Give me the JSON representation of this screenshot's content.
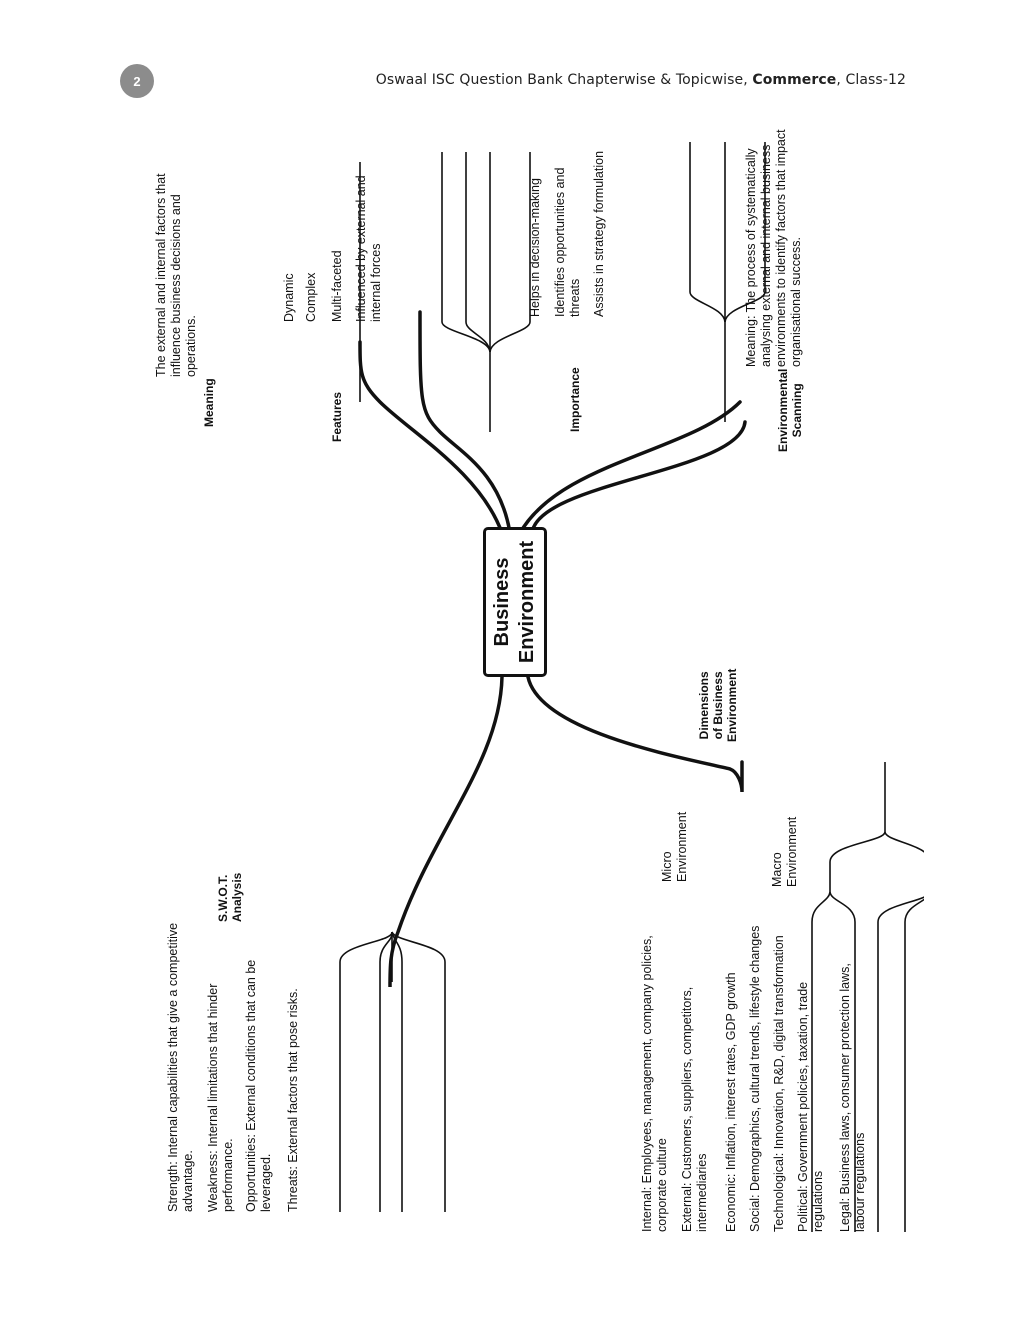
{
  "header": {
    "page_number": "2",
    "title_prefix": "Oswaal ISC Question Bank Chapterwise & Topicwise,",
    "title_bold": "Commerce",
    "title_suffix": ", Class-12"
  },
  "center": {
    "line1": "Business",
    "line2": "Environment"
  },
  "meaning": {
    "label": "Meaning",
    "text": "The external and internal factors that influence business decisions and operations."
  },
  "features": {
    "label": "Features",
    "items": [
      "Dynamic",
      "Complex",
      "Multi-faceted",
      "Influenced by external and internal forces"
    ]
  },
  "importance": {
    "label": "Importance",
    "items": [
      "Helps in decision-making",
      "Identifies opportunities and threats",
      "Assists in strategy formulation"
    ]
  },
  "scanning": {
    "label_line1": "Environmental",
    "label_line2": "Scanning",
    "text": "Meaning: The process of systematically analysing external and internal business environments to identify factors that impact organisational success."
  },
  "swot": {
    "label_line1": "S.W.O.T.",
    "label_line2": "Analysis",
    "items": [
      "Strength: Internal capabilities that give a competitive advantage.",
      "Weakness: Internal limitations that hinder performance.",
      "Opportunities: External conditions that can be leveraged.",
      "Threats: External factors that pose risks."
    ]
  },
  "dimensions": {
    "label_line1": "Dimensions",
    "label_line2": "of Business",
    "label_line3": "Environment",
    "micro": {
      "label_line1": "Micro",
      "label_line2": "Environment",
      "items": [
        "Internal: Employees, management, company policies, corporate culture",
        "External: Customers, suppliers, competitors, intermediaries"
      ]
    },
    "macro": {
      "label_line1": "Macro",
      "label_line2": "Environment",
      "items": [
        "Economic: Inflation, interest rates, GDP growth",
        "Social: Demographics, cultural trends, lifestyle changes",
        "Technological: Innovation, R&D, digital transformation",
        "Political: Government policies, taxation, trade regulations",
        "Legal: Business laws, consumer protection laws, labour regulations"
      ]
    }
  }
}
